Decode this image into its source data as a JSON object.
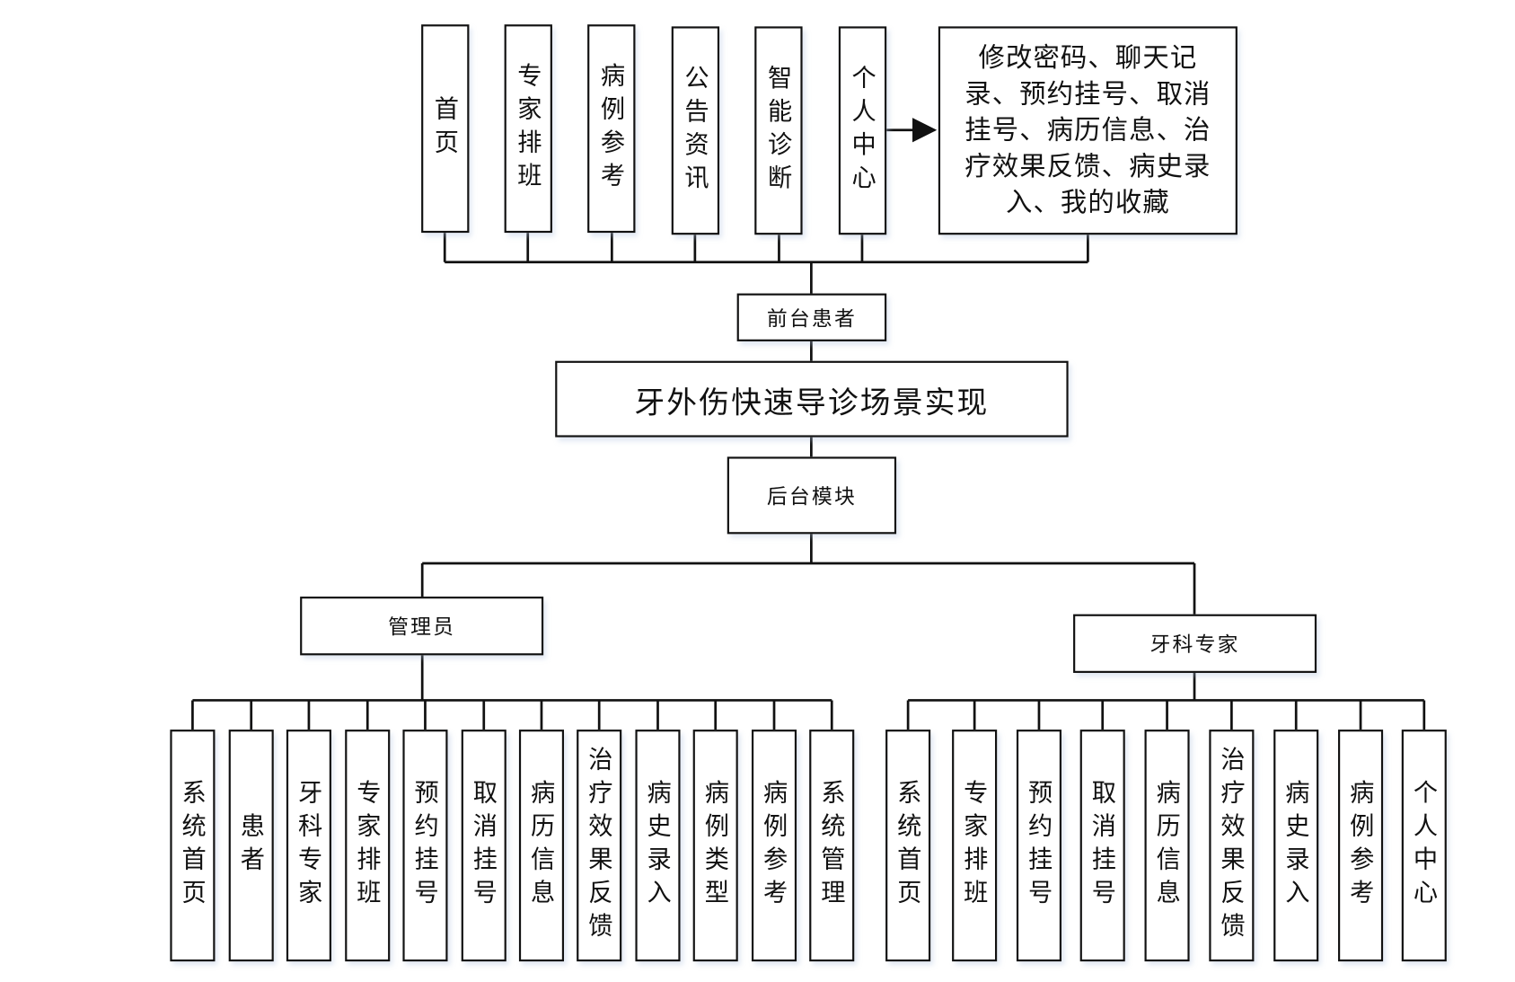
{
  "title": "牙外伤快速导诊场景实现",
  "frontend": {
    "label": "前台患者",
    "modules": [
      "首页",
      "专家排班",
      "病例参考",
      "公告资讯",
      "智能诊断",
      "个人中心"
    ],
    "personal_center_detail": "修改密码、聊天记录、预约挂号、取消挂号、病历信息、治疗效果反馈、病史录入、我的收藏"
  },
  "backend": {
    "label": "后台模块",
    "admin": {
      "label": "管理员",
      "modules": [
        "系统首页",
        "患者",
        "牙科专家",
        "专家排班",
        "预约挂号",
        "取消挂号",
        "病历信息",
        "治疗效果反馈",
        "病史录入",
        "病例类型",
        "病例参考",
        "系统管理"
      ]
    },
    "expert": {
      "label": "牙科专家",
      "modules": [
        "系统首页",
        "专家排班",
        "预约挂号",
        "取消挂号",
        "病历信息",
        "治疗效果反馈",
        "病史录入",
        "病例参考",
        "个人中心"
      ]
    }
  }
}
